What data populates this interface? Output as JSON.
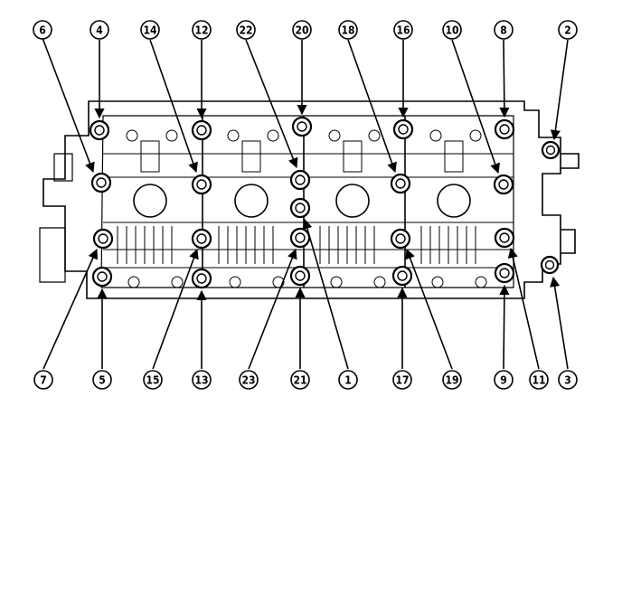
{
  "callouts": [
    {
      "label": "6"
    },
    {
      "label": "4"
    },
    {
      "label": "14"
    },
    {
      "label": "12"
    },
    {
      "label": "22"
    },
    {
      "label": "20"
    },
    {
      "label": "18"
    },
    {
      "label": "16"
    },
    {
      "label": "10"
    },
    {
      "label": "8"
    },
    {
      "label": "2"
    },
    {
      "label": "7"
    },
    {
      "label": "5"
    },
    {
      "label": "15"
    },
    {
      "label": "13"
    },
    {
      "label": "23"
    },
    {
      "label": "21"
    },
    {
      "label": "1"
    },
    {
      "label": "17"
    },
    {
      "label": "19"
    },
    {
      "label": "9"
    },
    {
      "label": "11"
    },
    {
      "label": "3"
    }
  ]
}
